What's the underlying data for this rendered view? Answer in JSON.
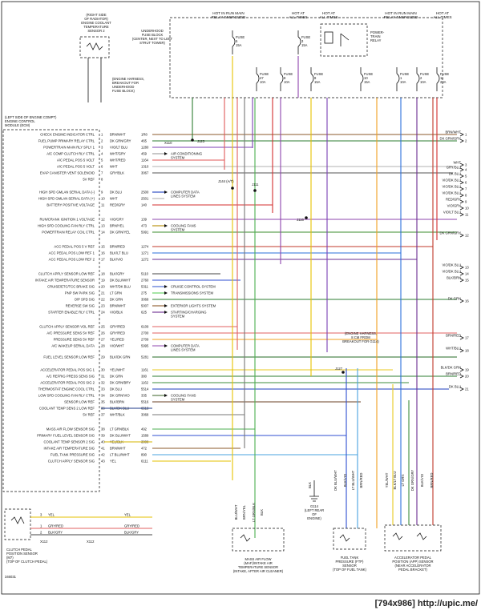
{
  "header": {
    "coolant_sensor": [
      "(RIGHT SIDE",
      "OF RADIATOR)",
      "ENGINE COOLANT",
      "TEMPERATURE",
      "SENSOR 2"
    ],
    "relay_block": [
      "UNDERHOOD",
      "FUSE BLOCK",
      "(CENTER, NEXT TO LEFT",
      "STRUT TOWER)"
    ],
    "breakout": [
      "(ENGINE HARNESS,",
      "BREAKOUT FOR",
      "UNDERHOOD",
      "FUSE BLOCK)"
    ],
    "hot_main": [
      "HOT IN RUN MAIN",
      "RELAY ENERGIZED"
    ],
    "hot_all_1": [
      "HOT AT",
      "ALL TIMES"
    ],
    "hot_all_2": [
      "HOT AT",
      "ALL TIMES"
    ],
    "hot_main_2": [
      "HOT IN RUN MAIN",
      "RELAY ENERGIZED"
    ],
    "hot_all_3": [
      "HOT AT",
      "ALL TIMES"
    ],
    "powertrain_relay": [
      "POWER-",
      "TRAIN",
      "RELAY"
    ],
    "ecm_title": [
      "(LEFT SIDE OF ENGINE COMPT)",
      "ENGINE CONTROL",
      "MODULE (ECM)"
    ]
  },
  "fuses": [
    {
      "name": "FUSE",
      "num": "5",
      "amp": "15A"
    },
    {
      "name": "FUSE",
      "num": "3",
      "amp": "15A"
    },
    {
      "name": "FUSE",
      "num": "47",
      "amp": "10A"
    },
    {
      "name": "FUSE",
      "num": "8",
      "amp": "10A"
    },
    {
      "name": "FUSE",
      "num": "9",
      "amp": "15A"
    },
    {
      "name": "FUSE",
      "num": "10",
      "amp": "15A"
    },
    {
      "name": "FUSE",
      "num": "1",
      "amp": "10A"
    },
    {
      "name": "FUSE",
      "num": "2",
      "amp": "10A"
    },
    {
      "name": "FUSE",
      "num": "11",
      "amp": "20A"
    }
  ],
  "ecm_pins": [
    {
      "label": "CHECK ENGINE INDICATOR CTRL",
      "pin": "1",
      "wire": "BRN/WHT",
      "circuit": "1R8"
    },
    {
      "label": "FUEL PUMP PRIMARY RELAY CTRL",
      "pin": "2",
      "wire": "DK GRN/GRY",
      "circuit": "465"
    },
    {
      "label": "POWERTRAIN MAIN RLY SPLY 1",
      "pin": "3",
      "wire": "VIO/LT BLU",
      "circuit": "1280"
    },
    {
      "label": "A/C COMP CLUTCH RLY CTRL",
      "pin": "4",
      "wire": "WHT/GRY",
      "circuit": "459"
    },
    {
      "label": "A/C PEDAL POS 5 VOLT",
      "pin": "5",
      "wire": "WHT/RED",
      "circuit": "1164"
    },
    {
      "label": "A/C PEDAL POS 5 VOLT",
      "pin": "6",
      "wire": "WHT",
      "circuit": "1310"
    },
    {
      "label": "EVAP CANISTER VENT SOLENOID",
      "pin": "7",
      "wire": "GRY/BLK",
      "circuit": "3067"
    },
    {
      "label": "5V REF",
      "pin": "8",
      "wire": "",
      "circuit": ""
    },
    {
      "label": "HIGH SPD GMLAN SERIAL DATA (-)",
      "pin": "9",
      "wire": "DK BLU",
      "circuit": "2500"
    },
    {
      "label": "HIGH SPD GMLAN SERIAL DATA (+)",
      "pin": "10",
      "wire": "WHT",
      "circuit": "2501"
    },
    {
      "label": "BATTERY POSITIVE VOLTAGE",
      "pin": "11",
      "wire": "RED/GRY",
      "circuit": "140"
    },
    {
      "label": "RUN/CRANK IGNITION 1 VOLTAGE",
      "pin": "12",
      "wire": "VIO/GRY",
      "circuit": "139"
    },
    {
      "label": "HIGH SPD COOLING FAN RLY CTRL",
      "pin": "13",
      "wire": "BRN/YEL",
      "circuit": "473"
    },
    {
      "label": "POWERTRAIN RELAY COIL CTRL",
      "pin": "14",
      "wire": "DK GRN/YEL",
      "circuit": "5991"
    },
    {
      "label": "ACC PEDAL POS 5 V REF",
      "pin": "15",
      "wire": "BRN/RED",
      "circuit": "1274"
    },
    {
      "label": "ACC PEDAL POS LOW REF 1",
      "pin": "16",
      "wire": "BLK/LT BLU",
      "circuit": "1271"
    },
    {
      "label": "ACC PEDAL POS LOW REF 2",
      "pin": "17",
      "wire": "BLK/VIO",
      "circuit": "1272"
    },
    {
      "label": "CLUTCH APPLY SENSOR LOW REF",
      "pin": "18",
      "wire": "BLK/GRY",
      "circuit": "5110"
    },
    {
      "label": "INTAKE AIR TEMPERATURE SENSOR",
      "pin": "19",
      "wire": "DK BLU/WHT",
      "circuit": "2760"
    },
    {
      "label": "CRUISE/ETC/TCC BRAKE SIG",
      "pin": "20",
      "wire": "WHT/DK BLU",
      "circuit": "5311"
    },
    {
      "label": "PNP SW PARK SIG",
      "pin": "21",
      "wire": "LT GRN",
      "circuit": "275"
    },
    {
      "label": "O/P SPD SIG",
      "pin": "22",
      "wire": "DK GRN",
      "circuit": "3068"
    },
    {
      "label": "REVERSE SW SIG",
      "pin": "23",
      "wire": "BRN/WHT",
      "circuit": "5007"
    },
    {
      "label": "STARTER ENABLE RLY CTRL",
      "pin": "24",
      "wire": "VIO/BLK",
      "circuit": "625"
    },
    {
      "label": "CLUTCH APPLY SENSOR VOL REF",
      "pin": "25",
      "wire": "GRY/RED",
      "circuit": "6109"
    },
    {
      "label": "A/C PRESSURE SENS 5V REF",
      "pin": "26",
      "wire": "GRY/RED",
      "circuit": "2700"
    },
    {
      "label": "PRESSURE SENS 5V REF",
      "pin": "27",
      "wire": "YEL/RED",
      "circuit": "2709"
    },
    {
      "label": "A/C WAKEUP SERIAL DATA",
      "pin": "28",
      "wire": "VIO/WHT",
      "circuit": "5995"
    },
    {
      "label": "FUEL LEVEL SENSOR LOW REF",
      "pin": "29",
      "wire": "BLK/DK GRN",
      "circuit": "5281"
    },
    {
      "label": "ACCELERATOR PEDAL POS SIG 1",
      "pin": "30",
      "wire": "YEL/WHT",
      "circuit": "1161"
    },
    {
      "label": "A/C REFRIG PRESS SENS SIG",
      "pin": "31",
      "wire": "DK GRN",
      "circuit": "380"
    },
    {
      "label": "ACCELERATOR PEDAL POS SIG 2",
      "pin": "32",
      "wire": "DK GRN/BRY",
      "circuit": "1162"
    },
    {
      "label": "THERMOSTAT ENGINE COOL CTRL",
      "pin": "33",
      "wire": "DK BLU",
      "circuit": "5514"
    },
    {
      "label": "LOW SPD COOLING FAN RLY CTRL",
      "pin": "34",
      "wire": "DK GRN/VIO",
      "circuit": "335"
    },
    {
      "label": "SENSOR LOW REF",
      "pin": "35",
      "wire": "BLK/BRN",
      "circuit": "5516"
    },
    {
      "label": "COOLANT TEMP SENS 2 LOW REF",
      "pin": "36",
      "wire": "BLK/DK BLU",
      "circuit": "6513"
    },
    {
      "label": "5V REF",
      "pin": "37",
      "wire": "WHT/BLK",
      "circuit": "3068"
    },
    {
      "label": "MASS AIR FLOW SENSOR SIG",
      "pin": "38",
      "wire": "LT GRN/BLK",
      "circuit": "492"
    },
    {
      "label": "PRIMARY FUEL LEVEL SENSOR SIG",
      "pin": "39",
      "wire": "DK BLU/WHT",
      "circuit": "1589"
    },
    {
      "label": "COOLANT TEMP SENSOR 2 SIG",
      "pin": "40",
      "wire": "YEL/BLK",
      "circuit": "3000"
    },
    {
      "label": "INTAKE AIR TEMPERATURE SIG",
      "pin": "41",
      "wire": "BRN/WHT",
      "circuit": "472"
    },
    {
      "label": "FUEL TANK PRESSURE SIG",
      "pin": "42",
      "wire": "LT BLU/WHT",
      "circuit": "890"
    },
    {
      "label": "CLUTCH APPLY SENSOR SIG",
      "pin": "43",
      "wire": "YEL",
      "circuit": "6111"
    }
  ],
  "system_labels": [
    {
      "ref_pin": "4",
      "text": [
        "AIR CONDITIONING",
        "SYSTEM"
      ]
    },
    {
      "ref_pin": "9",
      "text": [
        "COMPUTER DATA",
        "LINES SYSTEM"
      ]
    },
    {
      "ref_pin": "13",
      "text": [
        "COOLING FANS",
        "SYSTEM"
      ]
    },
    {
      "ref_pin": "20",
      "text": [
        "CRUISE CONTROL SYSTEM"
      ]
    },
    {
      "ref_pin": "21",
      "text": [
        "TRANSMISSIONS SYSTEM"
      ]
    },
    {
      "ref_pin": "23",
      "text": [
        "EXTERIOR LIGHTS SYSTEM"
      ]
    },
    {
      "ref_pin": "24",
      "text": [
        "STARTING/CHARGING",
        "SYSTEM"
      ]
    },
    {
      "ref_pin": "28",
      "text": [
        "COMPUTER DATA",
        "LINES SYSTEM"
      ]
    },
    {
      "ref_pin": "34",
      "text": [
        "COOLING FANS",
        "SYSTEM"
      ]
    }
  ],
  "right_edge": [
    {
      "label": "BRN/WHT",
      "num": "1"
    },
    {
      "label": "DK GRN/GRY",
      "num": "2"
    },
    {
      "label": "WHT",
      "num": "3"
    },
    {
      "label": "GRY/BLU",
      "num": "4"
    },
    {
      "label": "DK BLU",
      "num": "5"
    },
    {
      "label": "VIO/DK BLU",
      "num": "6"
    },
    {
      "label": "VIO/DK BLU",
      "num": "7"
    },
    {
      "label": "VIO/DK BLU",
      "num": "8"
    },
    {
      "label": "RED/GRY",
      "num": "9"
    },
    {
      "label": "VIO/GRY",
      "num": "10"
    },
    {
      "label": "VIO/LT BLU",
      "num": "11"
    },
    {
      "label": "DK GRN/GRY",
      "num": "12"
    },
    {
      "label": "VIO/DK BLU",
      "num": "13"
    },
    {
      "label": "VIO/DK BLU",
      "num": "14"
    },
    {
      "label": "BLK/BRN",
      "num": "15"
    },
    {
      "label": "DK GRN",
      "num": "16"
    },
    {
      "label": "BRN/RED",
      "num": "17"
    },
    {
      "label": "WHT/BLU",
      "num": "18"
    },
    {
      "label": "BLK/DK GRN",
      "num": "19"
    },
    {
      "label": "BRN/RED",
      "num": "20"
    },
    {
      "label": "DK BLU",
      "num": "21"
    }
  ],
  "splices": [
    {
      "name": "J123",
      "x": "J123"
    },
    {
      "name": "J144 (A/T)",
      "x": "J144\n(A/T)"
    },
    {
      "name": "J111",
      "x": "J111"
    },
    {
      "name": "J116",
      "x": "J116"
    },
    {
      "name": "J127",
      "x": "J127"
    }
  ],
  "notes": {
    "x110": "X110",
    "harness_note": [
      "(ENGINE HARNESS,",
      "8 CM FROM",
      "BREAKOUT FOR G114)"
    ],
    "g114": [
      "G114",
      "(LEFT REAR",
      "OF",
      "ENGINE)"
    ],
    "blk": "BLK"
  },
  "sensors": {
    "clutch": {
      "title": [
        "CLUTCH PEDAL",
        "POSITION SENSOR",
        "(M7)",
        "(TOP OF CLUTCH PEDAL)"
      ],
      "wires": [
        {
          "pin": "3",
          "wire": "YEL"
        },
        {
          "pin": "1",
          "wire": "GRY/RED"
        },
        {
          "pin": "2",
          "wire": "BLK/GRY"
        }
      ],
      "connector": "X112"
    },
    "maf": {
      "title": [
        "MASS AIR FLOW",
        "(MAF)/INTAKE AIR",
        "TEMPERATURE SENSOR",
        "(INTAKE, AFTER AIR CLEANER)"
      ],
      "wires": [
        "BLU/WHT",
        "BRN/YEL",
        "LT GRN/BLK",
        "BLK"
      ]
    },
    "fuel_tank": {
      "title": [
        "FUEL TANK",
        "PRESSURE (FTP)",
        "SENSOR",
        "(TOP OF FUEL TANK)"
      ],
      "wires": [
        "DK BLU/WHT",
        "BLK/VIO",
        "LT BLU/WHT",
        "BRN/RED"
      ]
    },
    "app": {
      "title": [
        "ACCELERATOR PEDAL",
        "POSITION (APP) SENSOR",
        "(NEAR ACCELERATOR",
        "PEDAL BRACKET)"
      ],
      "wires": [
        "YEL/WHT",
        "BLK/LT BLU",
        "LT GRN",
        "DK GRN/GRY",
        "BLK/VIO",
        "BRN/RED"
      ]
    }
  },
  "doc_number": "346031",
  "footer": "[794x986] http://upic.me/"
}
